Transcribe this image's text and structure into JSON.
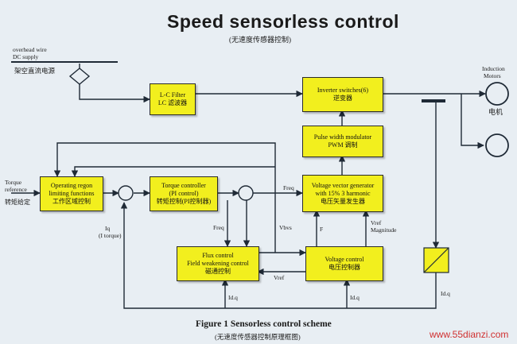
{
  "header": {
    "title": "Speed sensorless control",
    "subtitle": "(无速度传感器控制)"
  },
  "supply": {
    "line1": "overhead wire",
    "line2": "DC supply",
    "zh": "架空直流电源"
  },
  "motor": {
    "label1": "Induction",
    "label2": "Motors",
    "zh": "电机"
  },
  "torque_ref": {
    "line1": "Torque",
    "line2": "reference",
    "zh": "转矩给定"
  },
  "blocks": {
    "lc_filter": {
      "en": "L-C Filter",
      "zh": "LC 滤波器"
    },
    "inverter": {
      "en": "Inverter switches(6)",
      "zh": "逆变器"
    },
    "pwm": {
      "en": "Pulse width modulator",
      "zh": "PWM 调制"
    },
    "operating": {
      "en1": "Operating regon",
      "en2": "limiting functions",
      "zh": "工作区域控制"
    },
    "torque_ctrl": {
      "en1": "Torque controller",
      "en2": "(PI control)",
      "zh": "转矩控制(PI控制器)"
    },
    "voltage_gen": {
      "en1": "Voltage vector generator",
      "en2": "with 15% 3 harmonic",
      "zh": "电压矢量发生器"
    },
    "flux": {
      "en1": "Flux control",
      "en2": "Field weakening control",
      "zh": "磁通控制"
    },
    "voltage_ctrl": {
      "en": "Voltage control",
      "zh": "电压控制器"
    }
  },
  "signals": {
    "freq_top": "Freq",
    "freq_left": "Freq",
    "vbvs": "Vbvs",
    "f": "F",
    "vref_mag1": "Vref",
    "vref_mag2": "Magnitude",
    "vref_bottom": "Vref",
    "iq1": "Iq",
    "iq2": "(I torque)",
    "idq_flux": "Id.q",
    "idq_volt": "Id.q",
    "idq_right": "Id.q"
  },
  "footer": {
    "caption": "Figure 1 Sensorless control scheme",
    "caption_zh": "(无速度传感器控制原理框图)",
    "watermark": "www.55dianzi.com"
  },
  "colors": {
    "block": "#f2ef1e",
    "background": "#e8eef3",
    "line": "#1f2a36"
  }
}
